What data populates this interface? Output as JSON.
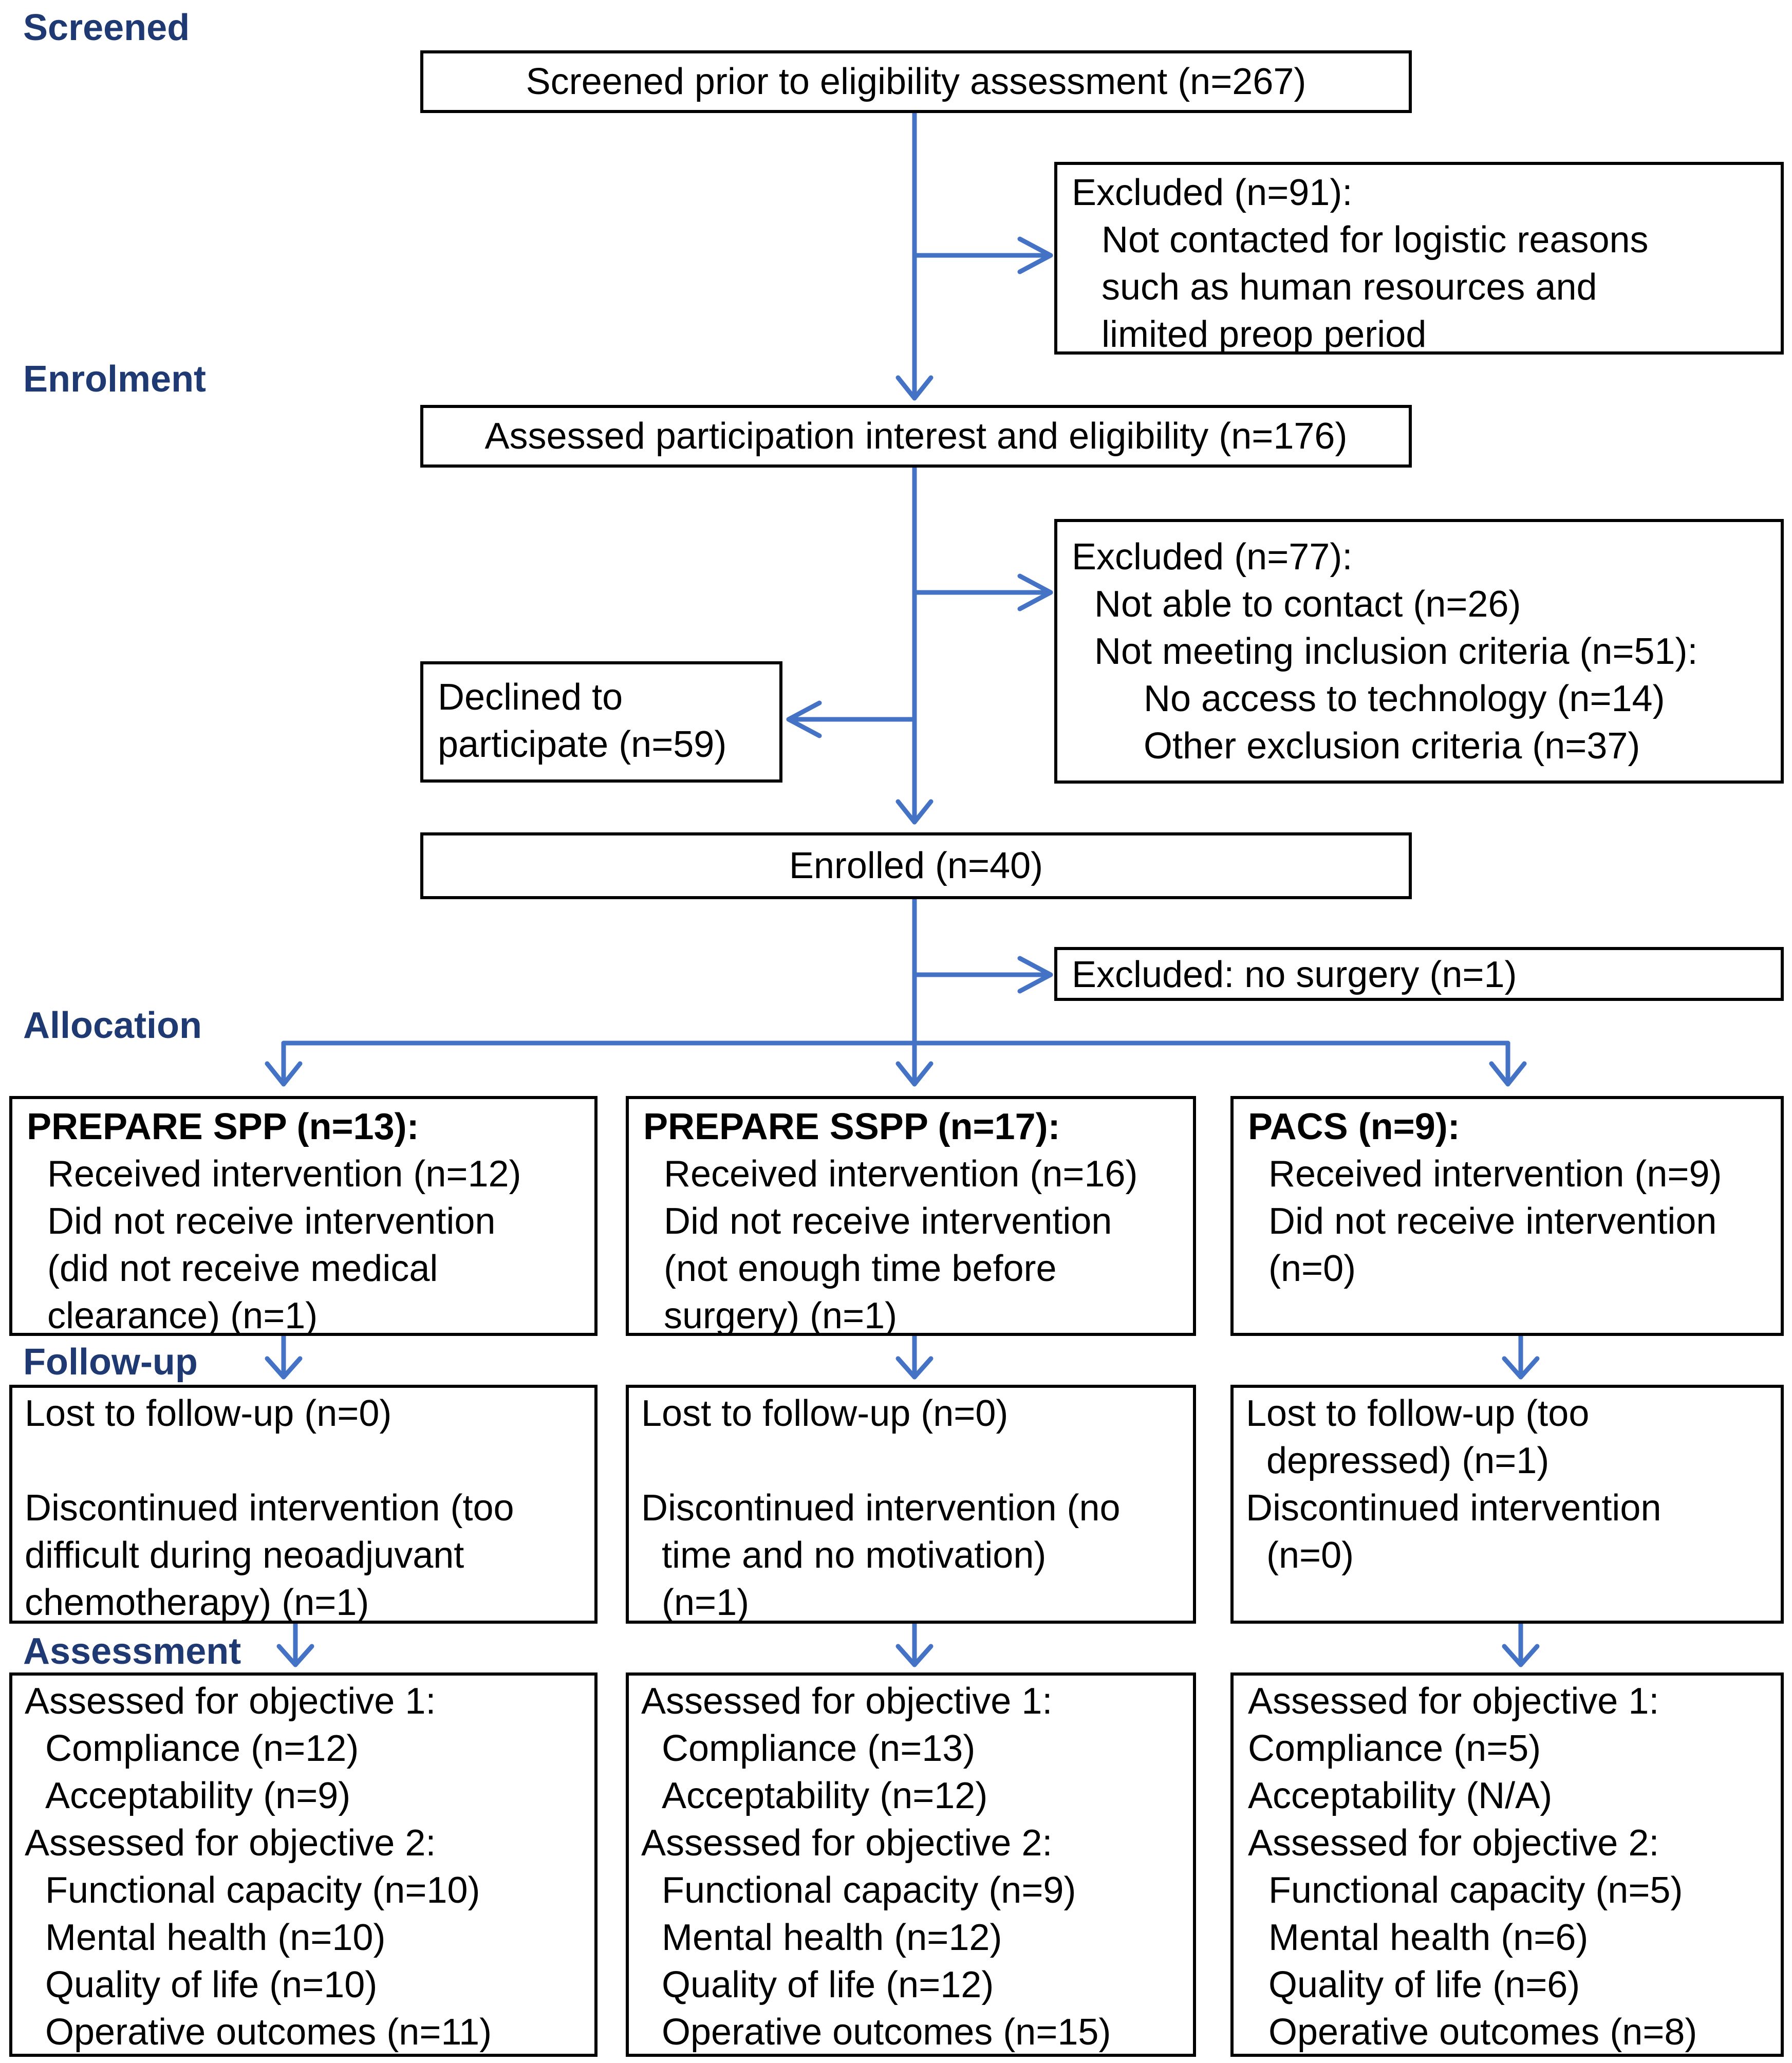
{
  "sections": {
    "screened": "Screened",
    "enrolment": "Enrolment",
    "allocation": "Allocation",
    "followup": "Follow-up",
    "assessment": "Assessment"
  },
  "boxes": {
    "screened": "Screened prior to eligibility assessment (n=267)",
    "excluded1": {
      "title": "Excluded (n=91):",
      "lines": [
        "Not contacted for logistic reasons",
        "such as human resources and",
        "limited preop period"
      ]
    },
    "assessed": "Assessed participation interest and eligibility (n=176)",
    "excluded2": {
      "title": "Excluded (n=77):",
      "l1": "Not able to contact (n=26)",
      "l2": "Not meeting inclusion criteria (n=51):",
      "l3": "No access to technology (n=14)",
      "l4": "Other exclusion criteria (n=37)"
    },
    "declined": {
      "l1": "Declined to",
      "l2": "participate (n=59)"
    },
    "enrolled": "Enrolled (n=40)",
    "excluded3": "Excluded: no surgery (n=1)"
  },
  "allocation": [
    {
      "title": "PREPARE SPP (n=13):",
      "lines": [
        "Received intervention (n=12)",
        "Did not receive intervention",
        "(did not receive medical",
        "clearance) (n=1)"
      ]
    },
    {
      "title": "PREPARE SSPP (n=17):",
      "lines": [
        "Received intervention (n=16)",
        "Did not receive intervention",
        "(not enough time before",
        "surgery) (n=1)"
      ]
    },
    {
      "title": "PACS (n=9):",
      "lines": [
        "Received intervention (n=9)",
        "Did not receive intervention",
        "(n=0)"
      ]
    }
  ],
  "followup": [
    {
      "lost": "Lost to follow-up (n=0)",
      "disc": [
        "Discontinued intervention (too",
        "difficult during neoadjuvant",
        "chemotherapy) (n=1)"
      ]
    },
    {
      "lost": "Lost to follow-up (n=0)",
      "disc1": "Discontinued intervention (no",
      "disc2": "time and no motivation)",
      "disc3": "(n=1)"
    },
    {
      "lost1": "Lost to follow-up (too",
      "lost2": "depressed) (n=1)",
      "disc1": "Discontinued intervention",
      "disc2": "(n=0)"
    }
  ],
  "assessment": [
    {
      "obj1": "Assessed for objective 1:",
      "obj1_items": [
        "Compliance (n=12)",
        "Acceptability (n=9)"
      ],
      "obj2": "Assessed for objective 2:",
      "obj2_items": [
        "Functional capacity (n=10)",
        "Mental health (n=10)",
        "Quality of life (n=10)",
        "Operative outcomes (n=11)"
      ]
    },
    {
      "obj1": "Assessed for objective 1:",
      "obj1_items": [
        "Compliance (n=13)",
        "Acceptability (n=12)"
      ],
      "obj2": "Assessed for objective 2:",
      "obj2_items": [
        "Functional capacity (n=9)",
        "Mental health (n=12)",
        "Quality of life (n=12)",
        "Operative outcomes (n=15)"
      ]
    },
    {
      "obj1": "Assessed for objective 1:",
      "obj1_items": [
        "Compliance (n=5)",
        "Acceptability (N/A)"
      ],
      "obj2": "Assessed for objective 2:",
      "obj2_items": [
        "Functional capacity (n=5)",
        "Mental health (n=6)",
        "Quality of life (n=6)",
        "Operative outcomes (n=8)"
      ]
    }
  ],
  "colors": {
    "arrow": "#4472c4",
    "label": "#1f3a73",
    "border": "#000000"
  }
}
